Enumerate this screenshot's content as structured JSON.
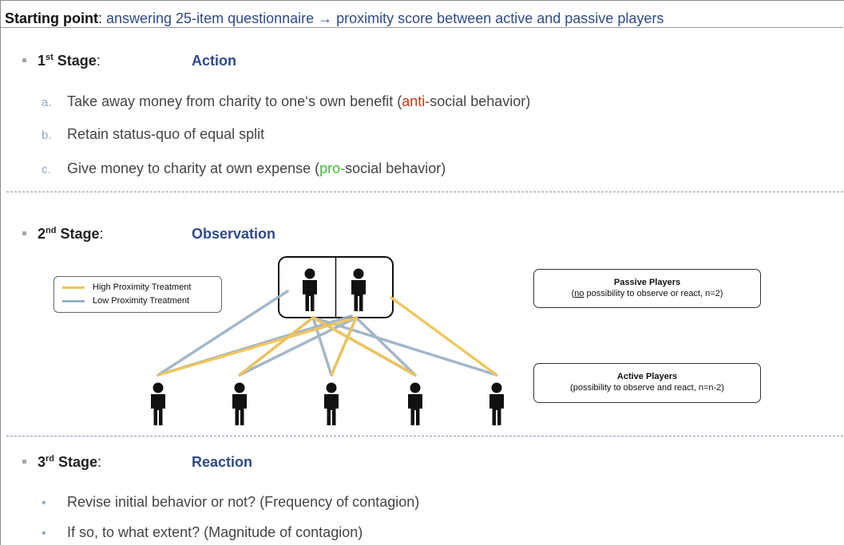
{
  "header": {
    "label": "Starting point",
    "colon": ": ",
    "text": "answering 25-item questionnaire → proximity score between active and passive players"
  },
  "stage1": {
    "num": "1",
    "sup": "st",
    "word": " Stage",
    "colon": ":",
    "title": "Action",
    "items": [
      {
        "marker": "a.",
        "pre": "Take away money from charity to one‘s own benefit (",
        "hl": "anti-",
        "post": "social behavior)"
      },
      {
        "marker": "b.",
        "text": "Retain status-quo of equal split"
      },
      {
        "marker": "c.",
        "pre": "Give money to charity at own expense (",
        "hl": "pro-",
        "post": "social behavior)"
      }
    ]
  },
  "stage2": {
    "num": "2",
    "sup": "nd",
    "word": " Stage",
    "colon": ":",
    "title": "Observation",
    "legend": {
      "high": "High Proximity Treatment",
      "low": "Low Proximity Treatment",
      "high_color": "#f0c55a",
      "low_color": "#9ab0c4"
    },
    "passive": {
      "title": "Passive Players",
      "underline": "no",
      "rest": " possibility to observe or react, n=2)",
      "open": "("
    },
    "active": {
      "title": "Active Players",
      "desc": "(possibility to observe and react, n=n-2)"
    }
  },
  "stage3": {
    "num": "3",
    "sup": "rd",
    "word": " Stage",
    "colon": ":",
    "title": "Reaction",
    "bullets": [
      "Revise initial behavior or not? (Frequency of contagion)",
      "If so, to what extent? (Magnitude of contagion)"
    ]
  },
  "icons": [
    "person-icon",
    "square-bullet-icon",
    "dot-bullet-icon"
  ]
}
